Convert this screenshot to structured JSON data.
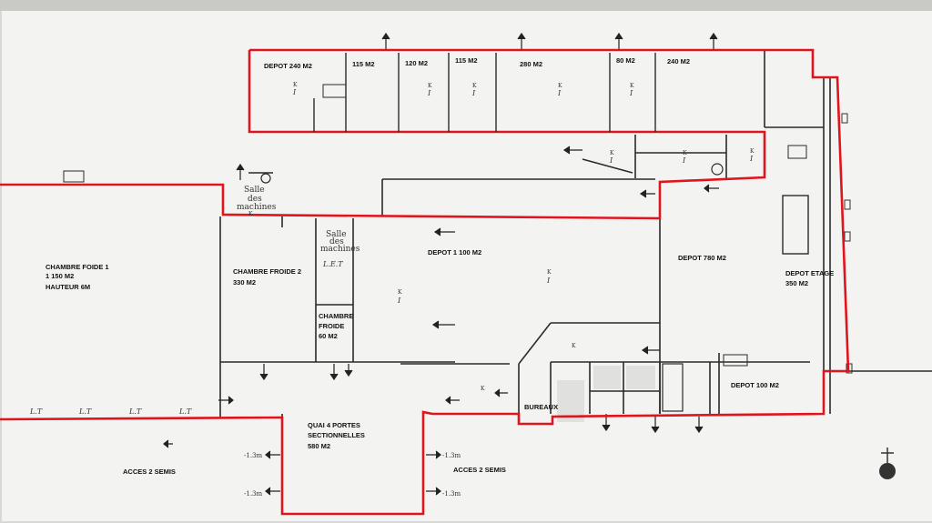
{
  "zones": {
    "depot_240_top": "DEPOT 240 M2",
    "m115_a": "115 M2",
    "m120": "120 M2",
    "m115_b": "115 M2",
    "m280": "280 M2",
    "m80": "80 M2",
    "m240_right": "240 M2",
    "chambre_froide_1": [
      "CHAMBRE FOIDE 1",
      "1 150 M2",
      "HAUTEUR 6M"
    ],
    "chambre_froide_2": [
      "CHAMBRE FROIDE 2",
      "330 M2"
    ],
    "chambre_froide_60": [
      "CHAMBRE",
      "FROIDE",
      "60 M2"
    ],
    "depot_1100": "DEPOT 1 100 M2",
    "depot_780": "DEPOT 780 M2",
    "depot_etage": [
      "DEPOT ETAGE",
      "350 M2"
    ],
    "depot_100": "DEPOT 100 M2",
    "bureaux": "BUREAUX",
    "quai": [
      "QUAI 4 PORTES",
      "SECTIONNELLES",
      "580 M2"
    ],
    "acces_left": "ACCES 2 SEMIS",
    "acces_right": "ACCES 2 SEMIS"
  },
  "small_labels": {
    "salle_machines_1": [
      "Salle",
      "des",
      "machines"
    ],
    "salle_machines_2": [
      "Salle",
      "des",
      "machines"
    ],
    "let": "L.E.T",
    "lt": "L.T",
    "k": "K",
    "i": "I",
    "level": "-1.3m"
  },
  "colors": {
    "outline_red": "#e0141c",
    "wall": "#2a2a2a",
    "paper": "#f4f4f2"
  }
}
